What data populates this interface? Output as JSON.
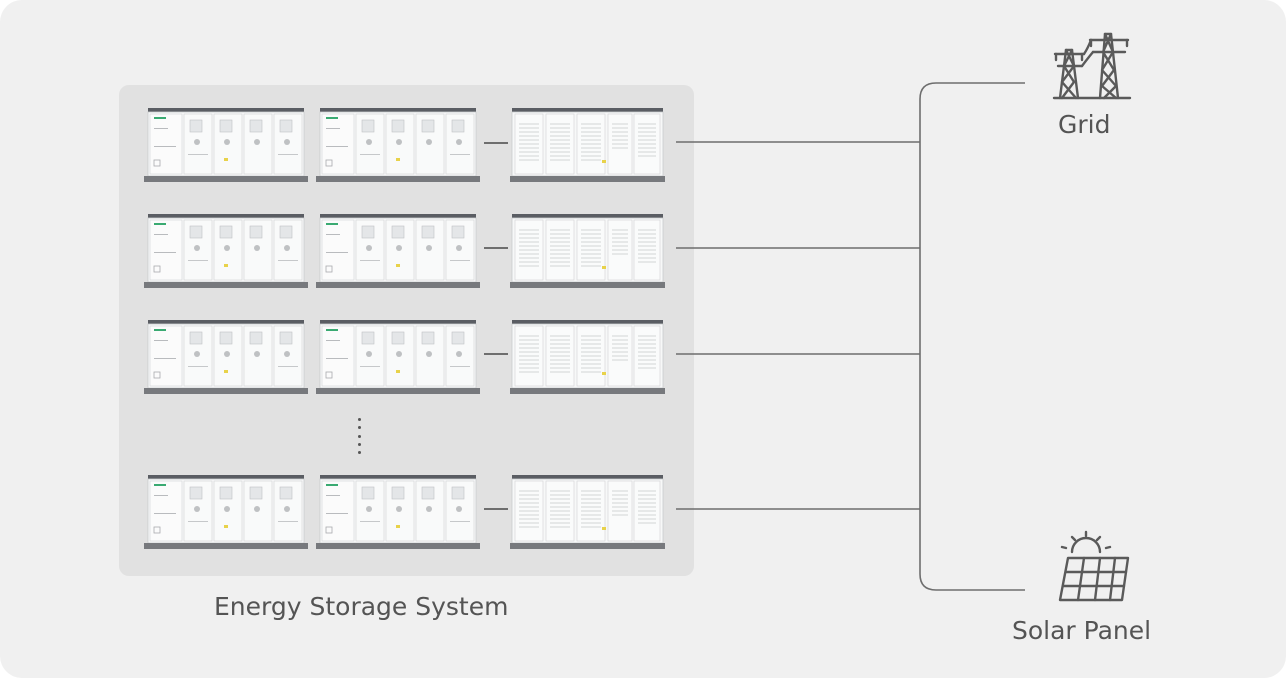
{
  "labels": {
    "ess": "Energy Storage System",
    "grid": "Grid",
    "solar": "Solar Panel"
  },
  "icons": {
    "grid": "transmission-tower-icon",
    "solar": "solar-panel-icon"
  },
  "colors": {
    "background": "#f0f0f0",
    "ess_panel": "#e1e1e1",
    "lines": "#6e6e6e",
    "label_text": "#545454",
    "brand_accent": "#3aaa72"
  }
}
